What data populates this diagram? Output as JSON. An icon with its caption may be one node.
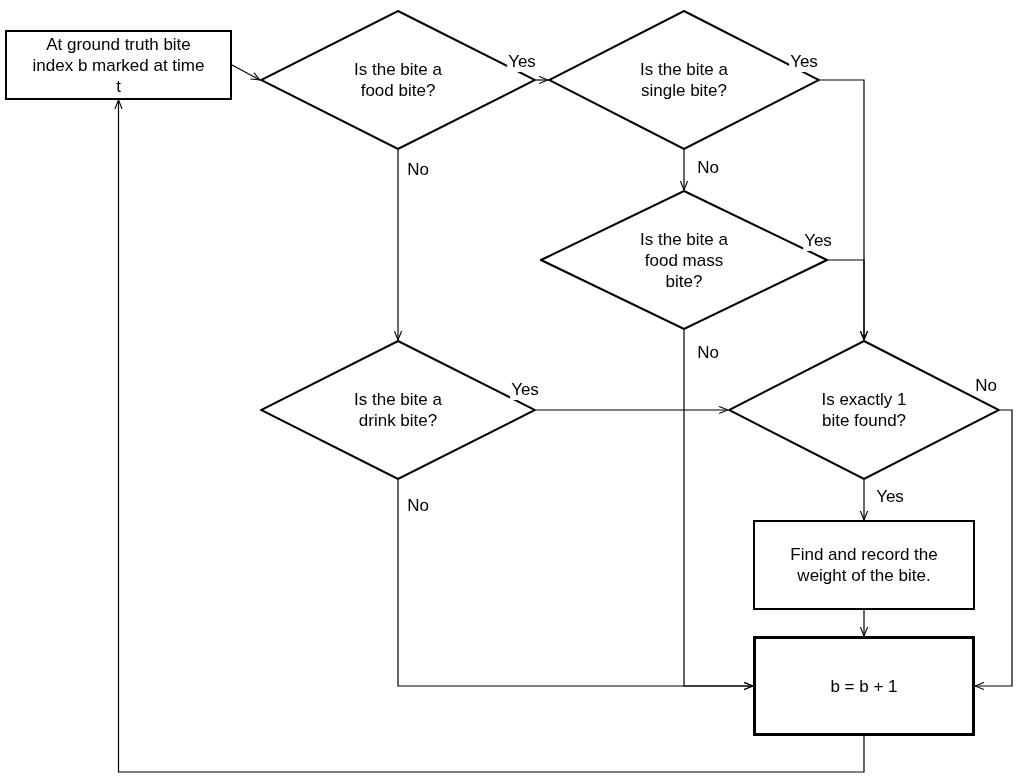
{
  "diagram": {
    "nodes": [
      {
        "text": [
          "At ground truth bite index b marked at time t"
        ]
      },
      {
        "text": [
          "Is the bite a food bite?"
        ]
      },
      {
        "text": [
          "Is the bite a single bite?"
        ]
      },
      {
        "text": [
          "Is the bite a food mass bite?"
        ]
      },
      {
        "text": [
          "Is the bite a drink bite?"
        ]
      },
      {
        "text": [
          "Is exactly 1 bite found?"
        ]
      },
      {
        "text": [
          "Find and record the weight of the bite."
        ]
      },
      {
        "text": [
          "b = b + 1"
        ]
      }
    ],
    "edges": [
      {
        "from": 0,
        "to": 1,
        "arrow": "to"
      },
      {
        "from": 1,
        "to": 2,
        "arrow": "to",
        "label": "Yes"
      },
      {
        "from": 2,
        "to": 5,
        "arrow": "to",
        "label": "Yes"
      },
      {
        "from": 3,
        "to": 5,
        "arrow": "to",
        "label": "Yes"
      },
      {
        "from": 1,
        "to": 4,
        "arrow": "to",
        "label": "No"
      },
      {
        "from": 2,
        "to": 3,
        "arrow": "to",
        "label": "No"
      },
      {
        "from": 3,
        "to": 7,
        "arrow": "to",
        "label": "No"
      },
      {
        "from": 4,
        "to": 5,
        "arrow": "to",
        "label": "Yes"
      },
      {
        "from": 4,
        "to": 7,
        "arrow": "to",
        "label": "No"
      },
      {
        "from": 5,
        "to": 6,
        "arrow": "to",
        "label": "Yes"
      },
      {
        "from": 5,
        "to": 7,
        "arrow": "to",
        "label": "No"
      },
      {
        "from": 6,
        "to": 7,
        "arrow": "to"
      },
      {
        "from": 7,
        "to": 0,
        "arrow": "to"
      }
    ]
  }
}
